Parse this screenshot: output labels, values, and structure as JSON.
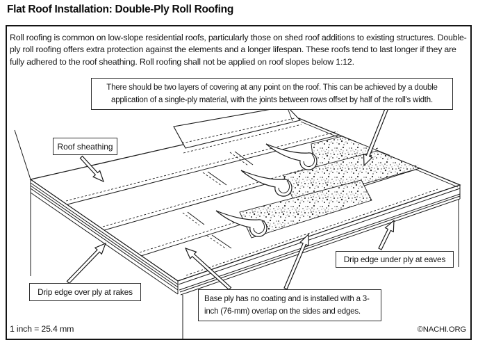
{
  "title": "Flat Roof Installation: Double-Ply Roll Roofing",
  "intro": "Roll roofing is common on low-slope residential roofs, particularly those on shed roof additions to existing structures. Double-ply roll roofing offers extra protection against the elements and a longer lifespan. These roofs tend to last longer if they are fully adhered to the roof sheathing. Roll roofing shall not be applied on roof slopes below 1:12.",
  "callouts": {
    "two_layers": "There should be two layers of covering at any point on the roof. This can be achieved by a double application of a single-ply material, with the joints between rows offset by half of the roll's width.",
    "roof_sheathing": "Roof sheathing",
    "drip_edge_rakes": "Drip edge over ply at rakes",
    "drip_edge_eaves": "Drip edge under ply at eaves",
    "base_ply": "Base ply has no coating and is installed with a 3-inch (76-mm) overlap on the sides and edges."
  },
  "footer": {
    "scale_note": "1 inch = 25.4 mm",
    "credit": "©NACHI.ORG"
  },
  "colors": {
    "line": "#1a1a1a",
    "background": "#ffffff"
  }
}
